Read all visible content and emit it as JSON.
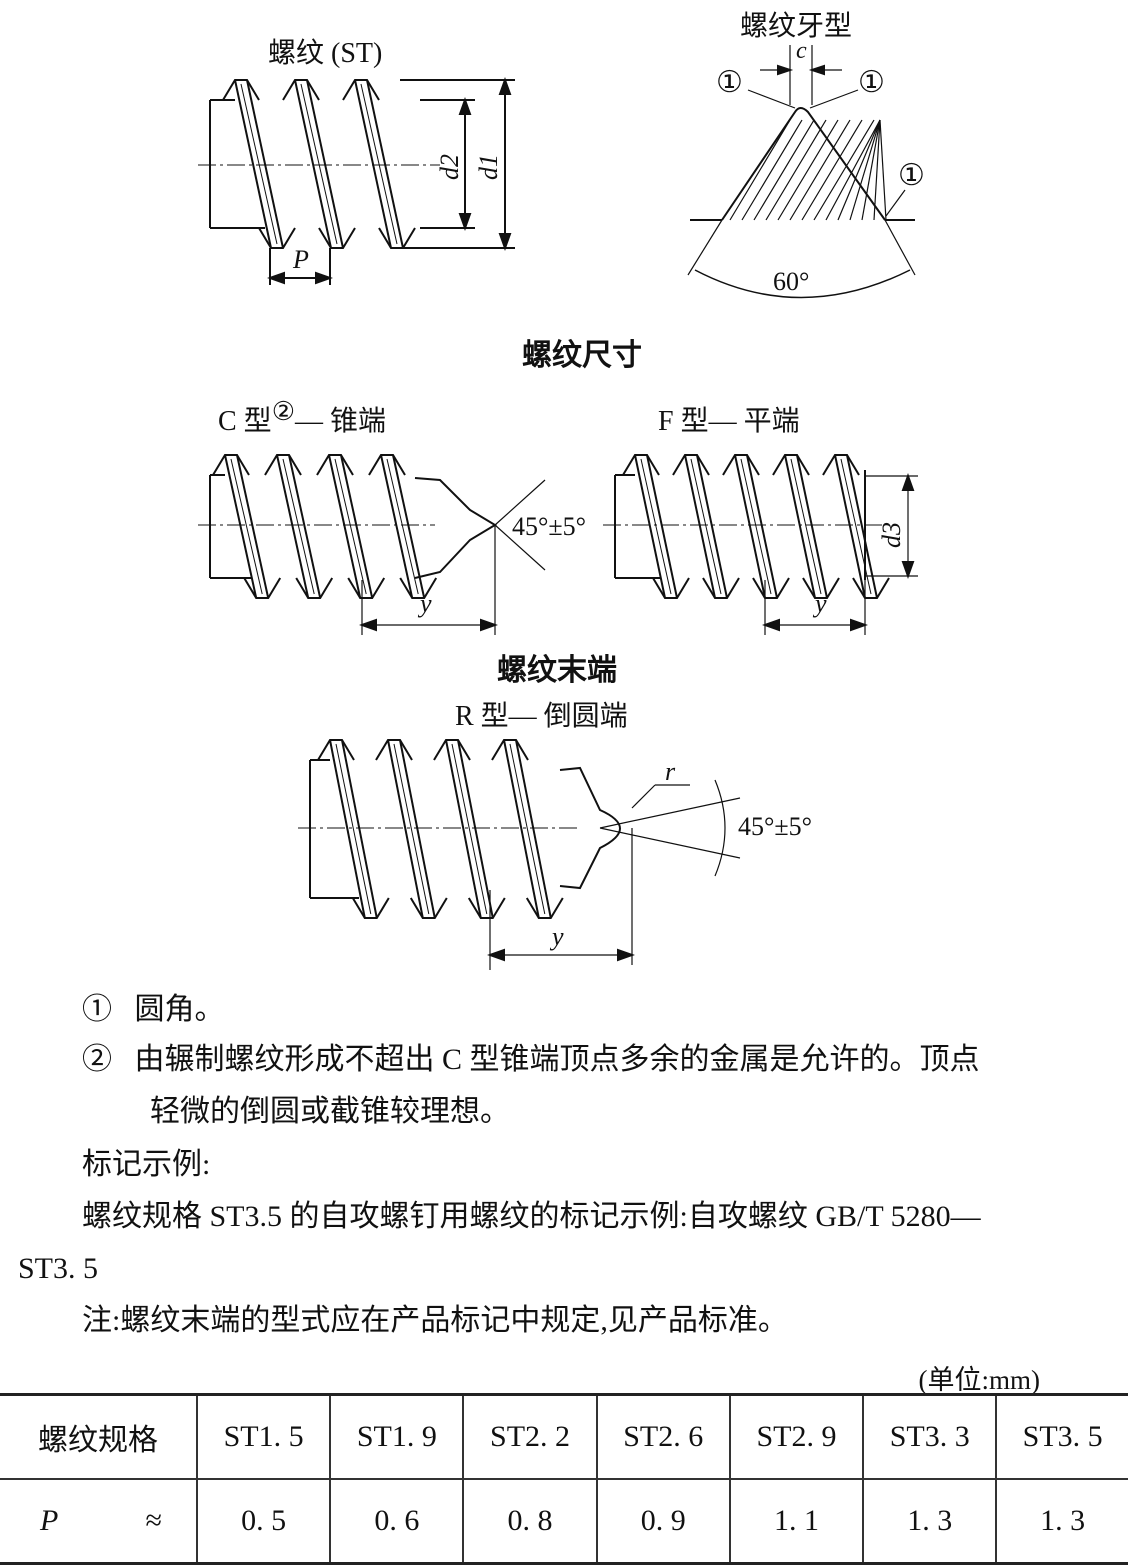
{
  "figures": {
    "st_thread": {
      "title": "螺纹 (ST)",
      "label_d2": "d2",
      "label_d1": "d1",
      "label_p": "P"
    },
    "profile": {
      "title": "螺纹牙型",
      "label_c": "c",
      "callout": "①",
      "angle": "60°"
    },
    "section_title": "螺纹尺寸",
    "c_type": {
      "title": "C 型",
      "note_mark": "②",
      "title_suffix": "— 锥端",
      "angle": "45°±5°",
      "label_y": "y"
    },
    "f_type": {
      "title": "F 型— 平端",
      "label_d3": "d3",
      "label_y": "y"
    },
    "end_title": "螺纹末端",
    "r_type": {
      "title": "R 型— 倒圆端",
      "label_r": "r",
      "angle": "45°±5°",
      "label_y": "y"
    }
  },
  "notes": [
    {
      "mark": "①",
      "text": "圆角。"
    },
    {
      "mark": "②",
      "text": "由辗制螺纹形成不超出 C 型锥端顶点多余的金属是允许的。顶点",
      "text2": "轻微的倒圆或截锥较理想。"
    }
  ],
  "marking": {
    "heading": "标记示例:",
    "line1": "螺纹规格 ST3.5 的自攻螺钉用螺纹的标记示例:自攻螺纹 GB/T 5280—",
    "line2": "ST3. 5",
    "note": "注:螺纹末端的型式应在产品标记中规定,见产品标准。"
  },
  "table": {
    "unit": "(单位:mm)",
    "header_label": "螺纹规格",
    "specs": [
      "ST1. 5",
      "ST1. 9",
      "ST2. 2",
      "ST2. 6",
      "ST2. 9",
      "ST3. 3",
      "ST3. 5"
    ],
    "p_label": "P",
    "p_approx": "≈",
    "p_values": [
      "0. 5",
      "0. 6",
      "0. 8",
      "0. 9",
      "1. 1",
      "1. 3",
      "1. 3"
    ]
  }
}
